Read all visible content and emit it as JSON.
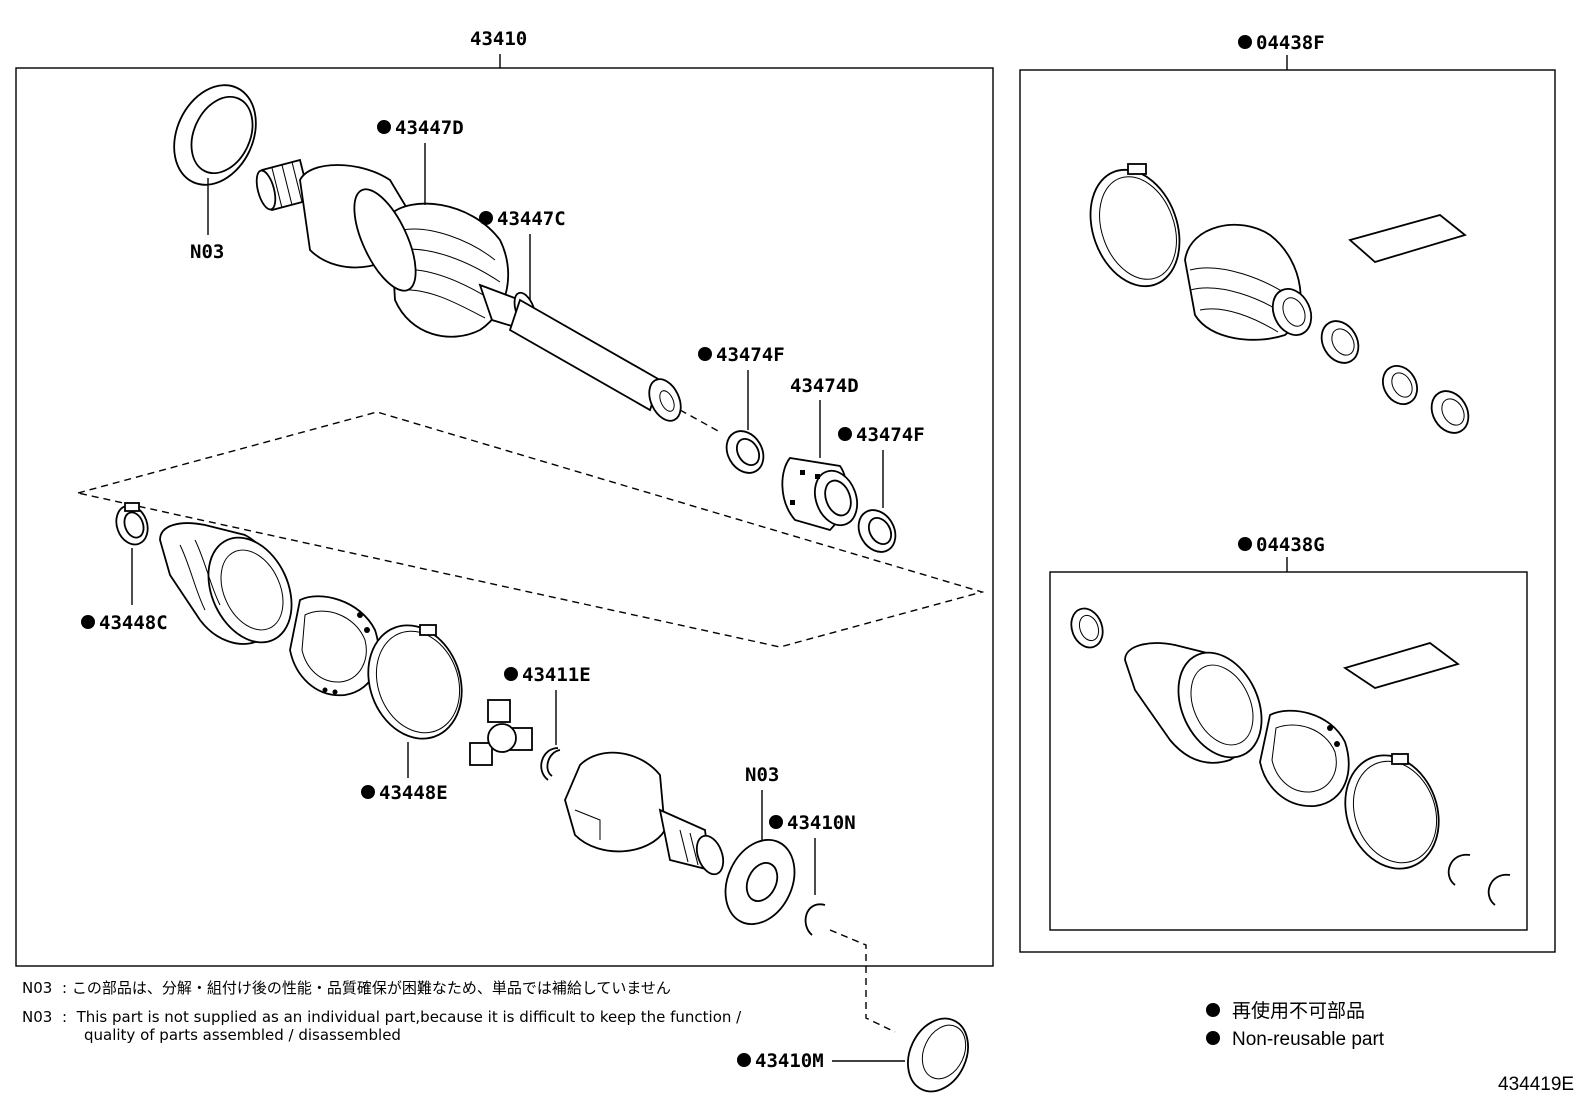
{
  "labels": {
    "l43410": "43410",
    "lN03a": "N03",
    "l43447D": "43447D",
    "l43447C": "43447C",
    "l43474F_a": "43474F",
    "l43474D": "43474D",
    "l43474F_b": "43474F",
    "l43448C": "43448C",
    "l43411E": "43411E",
    "l43448E": "43448E",
    "lN03b": "N03",
    "l43410N": "43410N",
    "l43410M": "43410M",
    "l04438F": "04438F",
    "l04438G": "04438G"
  },
  "notes": {
    "n1_code": "N03",
    "n1_text": ": この部品は、分解・組付け後の性能・品質確保が困難なため、単品では補給していません",
    "n2_code": "N03",
    "n2_line1": ":  This part is not supplied as an individual part,because it is difficult to keep the function /",
    "n2_line2": "quality of parts assembled / disassembled"
  },
  "legend": {
    "jp": "再使用不可部品",
    "en": "Non-reusable part"
  },
  "diagram_id": "434419E"
}
